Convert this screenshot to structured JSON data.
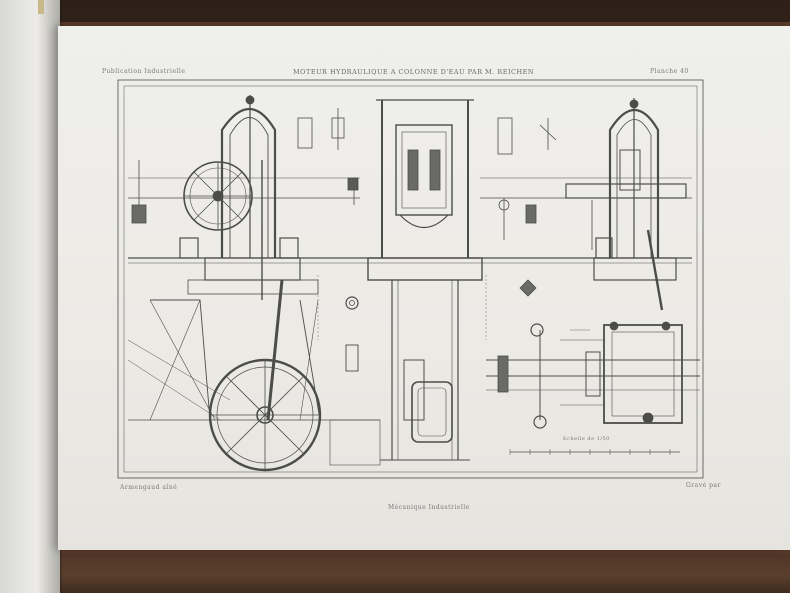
{
  "plate": {
    "title": "MOTEUR HYDRAULIQUE A COLONNE D'EAU PAR M. REICHEN",
    "header_left": "Publication Industrielle",
    "header_right": "Planche 40",
    "footer_left": "Armengaud aîné",
    "footer_right": "Gravé par",
    "footer_center": "Mécanique Industrielle",
    "scale_label": "Echelle de 1/50"
  },
  "colors": {
    "paper": "#edebe6",
    "ink": "#4a4a48",
    "wood": "#4a3528",
    "left_page": "#e9e8e4"
  }
}
